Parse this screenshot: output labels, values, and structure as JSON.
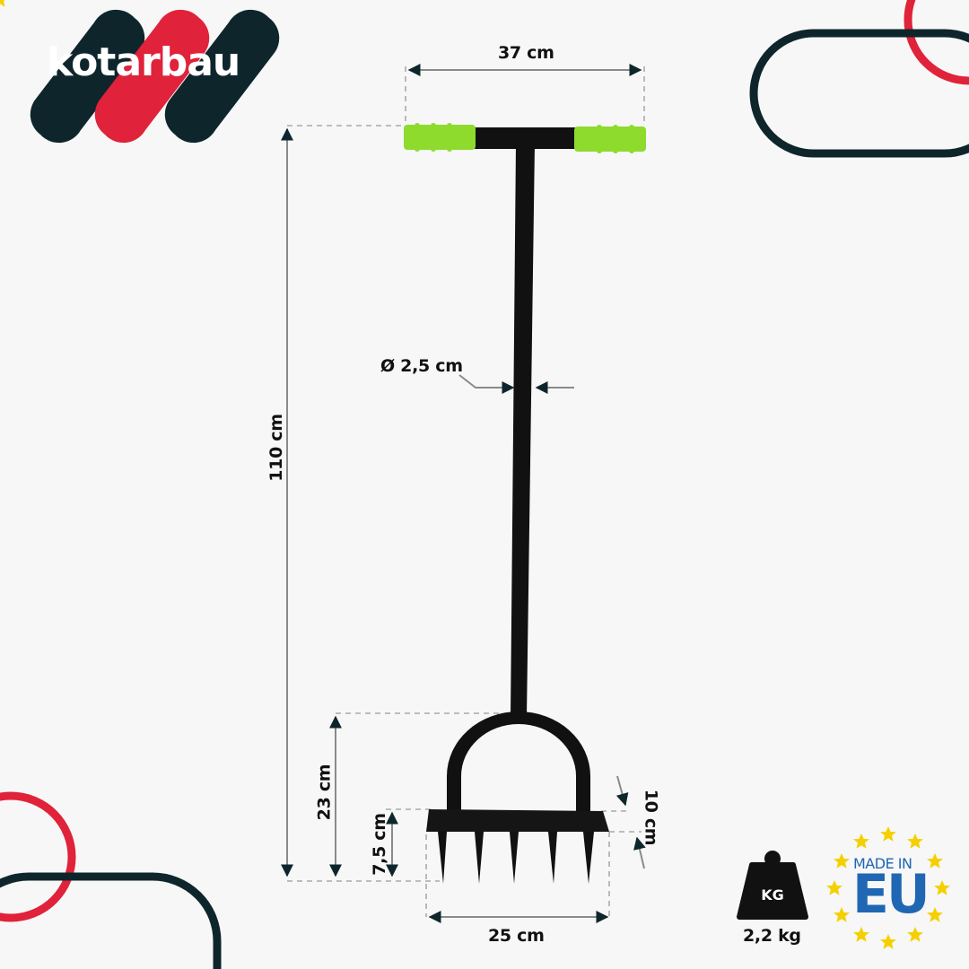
{
  "brand": {
    "name": "kotarbau",
    "colors": {
      "dark": "#0e262b",
      "red": "#e0223a",
      "background": "#f7f7f7",
      "grip": "#8edb2e",
      "eu_blue": "#1f66b3",
      "eu_star": "#f4d000"
    }
  },
  "product": {
    "type": "T-handle lawn aerator / spike tool",
    "dimensions": {
      "handle_width": "37 cm",
      "total_height": "110 cm",
      "shaft_diameter": "Ø 2,5 cm",
      "fork_height": "23 cm",
      "spike_length": "7,5 cm",
      "plate_depth": "10 cm",
      "plate_width": "25 cm"
    },
    "spike_count": 5
  },
  "badges": {
    "weight": {
      "icon_label": "KG",
      "value": "2,2 kg"
    },
    "origin": {
      "line1": "MADE IN",
      "line2": "EU"
    }
  }
}
